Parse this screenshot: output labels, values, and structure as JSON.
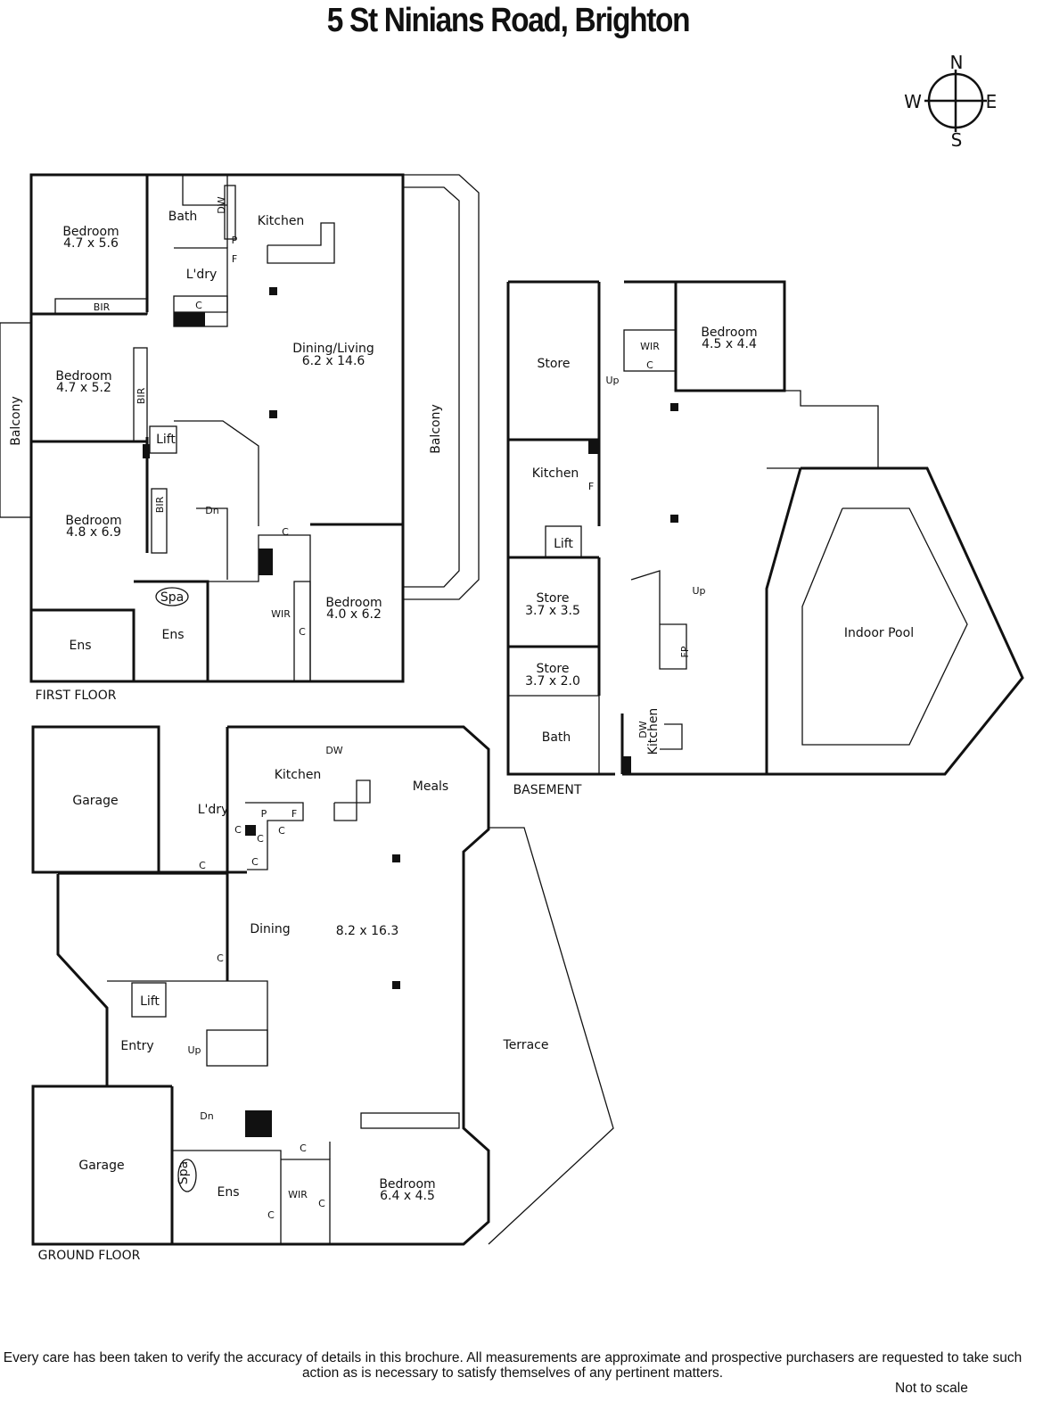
{
  "title": "5 St Ninians Road, Brighton",
  "compass": {
    "n": "N",
    "e": "E",
    "s": "S",
    "w": "W"
  },
  "first_floor": {
    "label": "FIRST FLOOR",
    "rooms": {
      "bedroom1": "Bedroom",
      "bedroom1_size": "4.7 x 5.6",
      "bath": "Bath",
      "kitchen": "Kitchen",
      "ldry": "L'dry",
      "bir1": "BIR",
      "bedroom2": "Bedroom",
      "bedroom2_size": "4.7 x 5.2",
      "bir2": "BIR",
      "balcony_left": "Balcony",
      "lift": "Lift",
      "dining_living": "Dining/Living",
      "dining_living_size": "6.2 x 14.6",
      "balcony_right": "Balcony",
      "bedroom3": "Bedroom",
      "bedroom3_size": "4.8 x 6.9",
      "bir3": "BIR",
      "dn": "Dn",
      "spa": "Spa",
      "ens1": "Ens",
      "ens2": "Ens",
      "wir": "WIR",
      "bedroom4": "Bedroom",
      "bedroom4_size": "4.0 x 6.2",
      "dw": "DW",
      "p": "P",
      "f": "F",
      "c": "C"
    }
  },
  "basement": {
    "label": "BASEMENT",
    "rooms": {
      "store1": "Store",
      "up1": "Up",
      "wir": "WIR",
      "c": "C",
      "bedroom": "Bedroom",
      "bedroom_size": "4.5 x 4.4",
      "kitchen1": "Kitchen",
      "f": "F",
      "lift": "Lift",
      "store2": "Store",
      "store2_size": "3.7 x 3.5",
      "store3": "Store",
      "store3_size": "3.7 x 2.0",
      "bath": "Bath",
      "up2": "Up",
      "fp": "FP",
      "dw": "DW",
      "kitchen2": "Kitchen",
      "pool": "Indoor Pool"
    }
  },
  "ground_floor": {
    "label": "GROUND FLOOR",
    "rooms": {
      "garage1": "Garage",
      "ldry": "L'dry",
      "kitchen": "Kitchen",
      "dw": "DW",
      "meals": "Meals",
      "p": "P",
      "f": "F",
      "c": "C",
      "dining": "Dining",
      "size": "8.2 x 16.3",
      "lift": "Lift",
      "entry": "Entry",
      "up": "Up",
      "dn": "Dn",
      "terrace": "Terrace",
      "garage2": "Garage",
      "spa": "Spa",
      "ens": "Ens",
      "wir": "WIR",
      "bedroom": "Bedroom",
      "bedroom_size": "6.4 x 4.5"
    }
  },
  "disclaimer": "Every care has been taken to verify the accuracy of details in this brochure.  All measurements are approximate and prospective purchasers are requested to take such action as is necessary to satisfy themselves of any pertinent matters.",
  "not_to_scale": "Not to scale"
}
